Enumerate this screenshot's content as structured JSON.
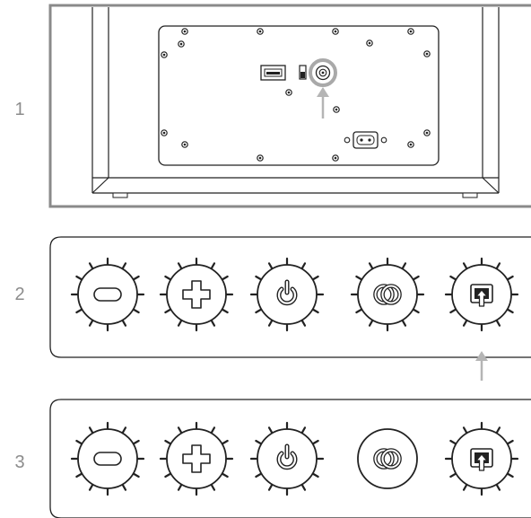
{
  "steps": [
    {
      "number": "1",
      "subject": "rear-panel",
      "highlighted_control": "connect-port"
    },
    {
      "number": "2",
      "subject": "button-row",
      "highlighted_control": "source-button",
      "buttons_blinking": [
        "minus",
        "plus",
        "power",
        "link",
        "source"
      ]
    },
    {
      "number": "3",
      "subject": "button-row",
      "buttons_blinking": [
        "minus",
        "plus",
        "power",
        "source"
      ],
      "steady_button": "link"
    }
  ],
  "buttons": [
    {
      "id": "minus",
      "icon": "minus-icon"
    },
    {
      "id": "plus",
      "icon": "plus-icon"
    },
    {
      "id": "power",
      "icon": "power-icon"
    },
    {
      "id": "link",
      "icon": "link-rings-icon"
    },
    {
      "id": "source",
      "icon": "source-arrow-icon"
    }
  ],
  "colors": {
    "line": "#222222",
    "arrow": "#b5b5b5",
    "frame": "#8a8a8a",
    "number": "#8c8c8c"
  }
}
